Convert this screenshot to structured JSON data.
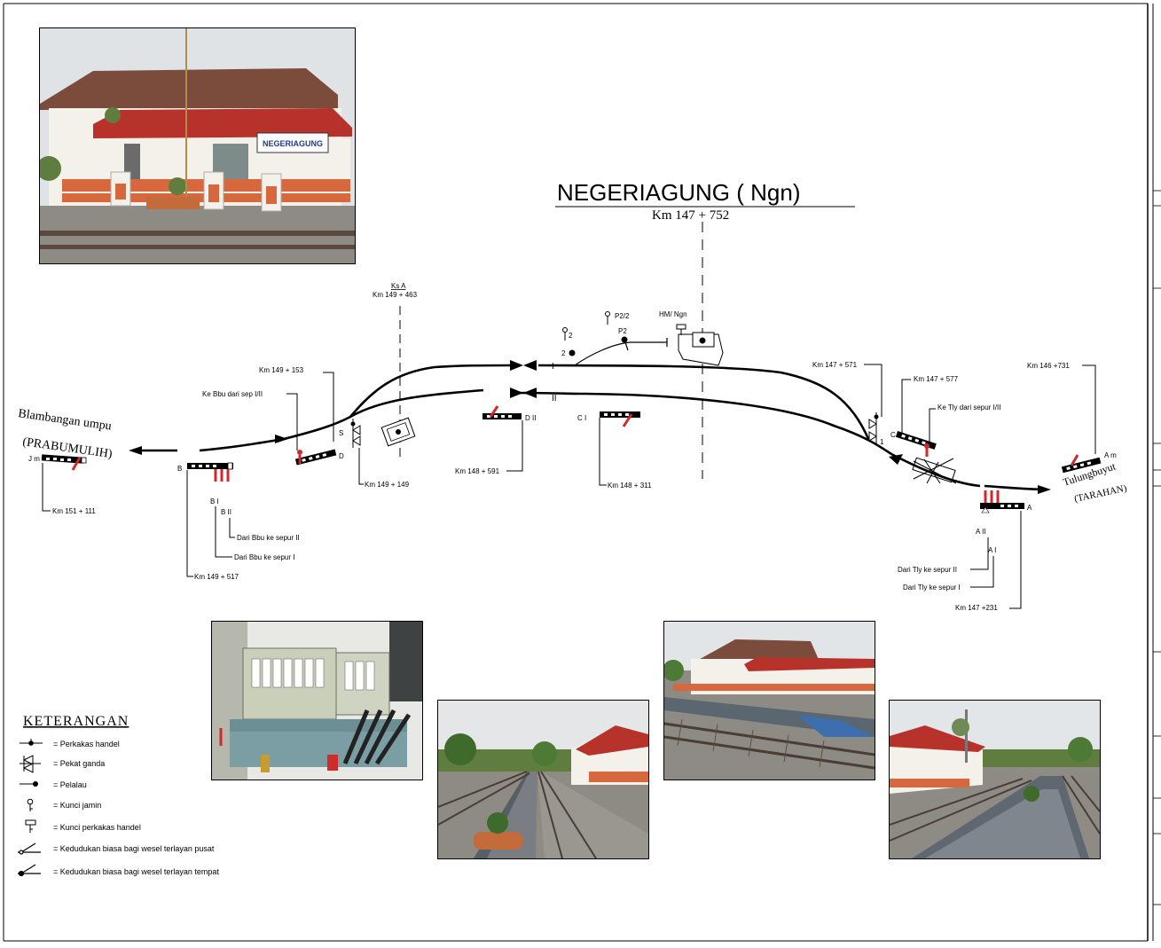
{
  "station": {
    "name": "NEGERIAGUNG  ( Ngn)",
    "km": "Km 147 + 752",
    "sign_text": "NEGERIAGUNG"
  },
  "directions": {
    "west_main": "Blambangan umpu",
    "west_sub": "(PRABUMULIH)",
    "east_main": "Tulungbuyut",
    "east_sub": "(TARAHAN)"
  },
  "tracks": {
    "track1": "I",
    "track2": "II"
  },
  "annotations": {
    "ksa": "Ks A",
    "ksa_km": "Km 149 + 463",
    "km_149_153": "Km 149 + 153",
    "ke_bbu": "Ke Bbu dari sep I/II",
    "km_151_111": "Km 151 + 111",
    "km_149_517": "Km 149 + 517",
    "km_149_149": "Km 149 + 149",
    "km_148_591": "Km 148 + 591",
    "km_148_311": "Km 148 + 311",
    "dari_bbu_2": "Dari Bbu ke sepur II",
    "dari_bbu_1": "Dari Bbu ke sepur I",
    "p2_2": "P2/2",
    "p2": "P2",
    "key_2a": "2",
    "key_2b": "2",
    "hm_ngn": "HM/ Ngn",
    "km_147_571": "Km 147 + 571",
    "km_147_577": "Km 147 + 577",
    "ke_tly": "Ke Tly dari sepur I/II",
    "km_146_731": "Km 146 +731",
    "dari_tly_2": "Dari Tly ke sepur II",
    "dari_tly_1": "Dari Tly ke sepur I",
    "km_147_231": "Km 147 +231",
    "sig_B": "B",
    "sig_BI": "B I",
    "sig_BII": "B II",
    "sig_Jm": "J m",
    "sig_D": "D",
    "sig_S": "S",
    "sig_DII": "D II",
    "sig_CI": "C I",
    "sig_C": "C",
    "sig_A": "A",
    "sig_AI": "A I",
    "sig_AII": "A II",
    "sig_Am": "A m",
    "sig_1": "1"
  },
  "legend": {
    "title": "KETERANGAN",
    "items": [
      {
        "icon": "handle-icon",
        "label": "= Perkakas handel"
      },
      {
        "icon": "double-lock-icon",
        "label": "= Pekat ganda"
      },
      {
        "icon": "derailer-icon",
        "label": "= Pelalau"
      },
      {
        "icon": "key-icon",
        "label": "= Kunci jamin"
      },
      {
        "icon": "handle-key-icon",
        "label": "= Kunci perkakas handel"
      },
      {
        "icon": "central-switch-icon",
        "label": "= Kedudukan biasa bagi wesel terlayan pusat"
      },
      {
        "icon": "local-switch-icon",
        "label": "= Kedudukan biasa bagi wesel terlayan tempat"
      }
    ]
  },
  "colors": {
    "roof": "#b8322c",
    "wall": "#f4f1ea",
    "accent_orange": "#d7683d",
    "sky": "#d9dde2",
    "gravel": "#8e8b85",
    "grass": "#5f7d3e",
    "signal_red": "#d12a2a"
  }
}
